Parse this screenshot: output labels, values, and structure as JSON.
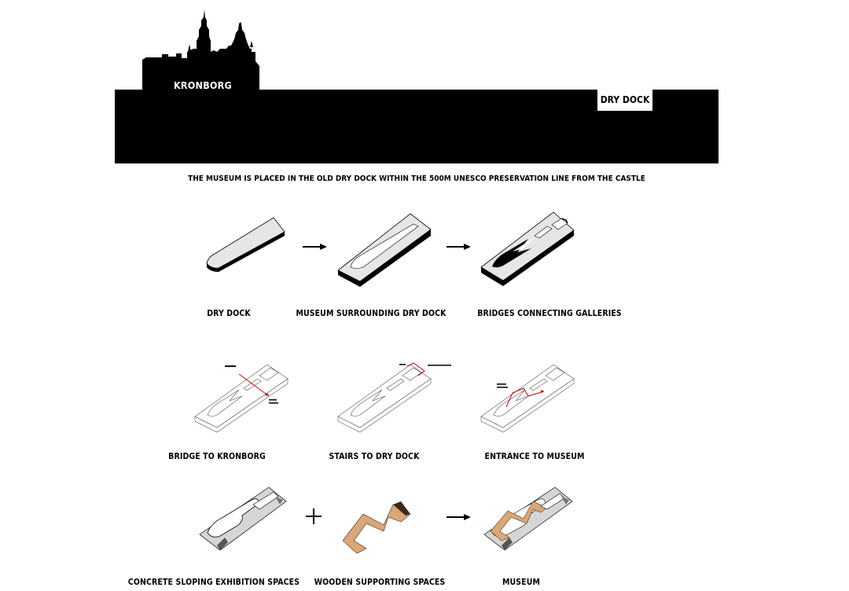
{
  "header": {
    "castle_label": "KRONBORG",
    "dock_label": "DRY DOCK",
    "caption": "THE MUSEUM IS PLACED IN THE OLD DRY DOCK WITHIN THE 500M UNESCO PRESERVATION LINE FROM THE CASTLE"
  },
  "row1": {
    "items": [
      {
        "label": "DRY DOCK"
      },
      {
        "label": "MUSEUM SURROUNDING DRY DOCK"
      },
      {
        "label": "BRIDGES CONNECTING GALLERIES"
      }
    ]
  },
  "row2": {
    "items": [
      {
        "label": "BRIDGE TO KRONBORG"
      },
      {
        "label": "STAIRS TO DRY DOCK"
      },
      {
        "label": "ENTRANCE TO MUSEUM"
      }
    ]
  },
  "row3": {
    "items": [
      {
        "label": "CONCRETE SLOPING EXHIBITION SPACES"
      },
      {
        "label": "WOODEN SUPPORTING SPACES"
      },
      {
        "label": "MUSEUM"
      }
    ]
  },
  "colors": {
    "silhouette": "#000000",
    "model_fill": "#e6e6e6",
    "model_side": "#000000",
    "wood": "#d9a878",
    "path_red": "#d40000"
  },
  "icons": [
    "arrow-right-icon",
    "plus-icon"
  ]
}
